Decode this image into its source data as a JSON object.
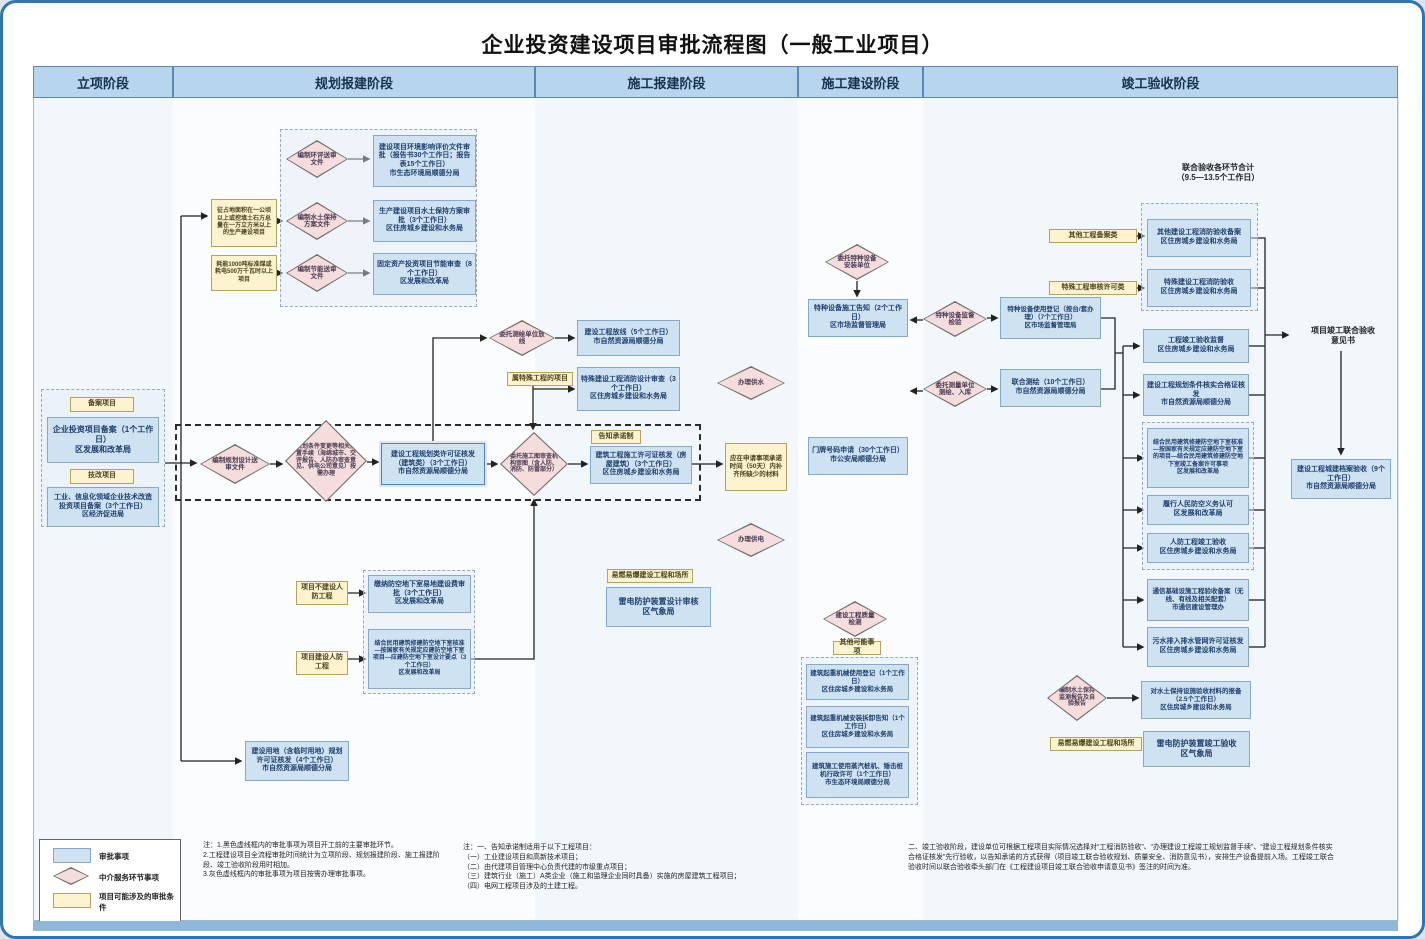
{
  "title": "企业投资建设项目审批流程图（一般工业项目）",
  "phases": [
    "立项阶段",
    "规划报建阶段",
    "施工报建阶段",
    "施工建设阶段",
    "竣工验收阶段"
  ],
  "colors": {
    "approval_box": "#cfe2f2",
    "intermediary_diamond": "#f4dddc",
    "condition_label": "#fdf3cf",
    "header": "#b7d5ec",
    "frame_border": "#2e75b6"
  },
  "n": {
    "lx_beian_label": {
      "t": "备案项目"
    },
    "lx_beian_box": {
      "t": "企业投资项目备案（1个工作日）\n区发展和改革局"
    },
    "lx_jigai_label": {
      "t": "技改项目"
    },
    "lx_jigai_box": {
      "t": "工业、信息化领域企业技术改造投资项目备案（3个工作日）\n区经济促进局"
    },
    "gh_cond1": {
      "t": "征占地面积在一公顷以上或挖填土石方总量在一万立方米以上的生产建设项目"
    },
    "gh_cond2": {
      "t": "耗能1000吨标准煤或耗电500万千瓦时以上项目"
    },
    "gh_dia_huanping": {
      "t": "编制环评送审文件"
    },
    "gh_box_huanping": {
      "t": "建设项目环境影响评价文件审批（报告书30个工作日；报告表15个工作日）\n市生态环境局顺德分局"
    },
    "gh_dia_shuibao": {
      "t": "编制水土保持方案文件"
    },
    "gh_box_shuibao": {
      "t": "生产建设项目水土保持方案审批（3个工作日）\n区住房城乡建设和水务局"
    },
    "gh_dia_jieneng": {
      "t": "编制节能送审文件"
    },
    "gh_box_jieneng": {
      "t": "固定资产投资项目节能审查（8个工作日）\n区发展和改革局"
    },
    "flow_dia_guihua": {
      "t": "编制规划设计送审文件"
    },
    "flow_dia_tiaojian": {
      "t": "规划条件变更等相关前置手续（海绵城市、交评报告、人防办审查意见、供电公司意见）按需办理"
    },
    "flow_box_guihuaxuke": {
      "t": "建设工程规划类许可证核发（建筑类）（3个工作日）\n市自然资源局顺德分局"
    },
    "flow_dia_shentu": {
      "t": "委托施工图审查机构审图（含人防、消防、防雷部分）"
    },
    "flow_label_gaozhi": {
      "t": "告知承诺制"
    },
    "flow_box_shigongxuke": {
      "t": "建筑工程施工许可证核发（房屋建筑）（3个工作日）\n区住房城乡建设和水务局"
    },
    "flow_box_bucai": {
      "t": "应在申请事项承诺时间（50天）内补齐所缺少的材料"
    },
    "dia_gongshui": {
      "t": "办理供水"
    },
    "dia_gongdian": {
      "t": "办理供电"
    },
    "sb_dia_fangxian": {
      "t": "委托测绘单位放线"
    },
    "sb_box_fangxian": {
      "t": "建设工程放线（5个工作日）\n市自然资源局顺德分局"
    },
    "sb_label_teshu": {
      "t": "属特殊工程的项目"
    },
    "sb_box_xiaofangsheji": {
      "t": "特殊建设工程消防设计审查（3个工作日）\n区住房城乡建设和水务局"
    },
    "rf_label_nobuild": {
      "t": "项目不建设人防工程"
    },
    "rf_box_jiaona": {
      "t": "缴纳防空地下室易地建设费审批（3个工作日）\n区发展和改革局"
    },
    "rf_label_build": {
      "t": "项目建设人防工程"
    },
    "rf_box_hezhun": {
      "t": "结合民用建筑修建防空地下室核准—按国家有关规定应建防空地下室项目—应建防空地下室设计要点（3个工作日）\n区发展和改革局"
    },
    "gh_box_yongdi": {
      "t": "建设用地（含临时用地）规划许可证核发（4个工作日）\n市自然资源局顺德分局"
    },
    "sb_label_yiran": {
      "t": "易燃易爆建设工程和场所"
    },
    "sb_box_leidian": {
      "t": "雷电防护装置设计审核\n区气象局"
    },
    "sj_dia_tezhong": {
      "t": "委托特种设备安装单位"
    },
    "sj_box_gaozhi": {
      "t": "特种设备施工告知（2个工作日）\n区市场监督管理局"
    },
    "sj_box_menpai": {
      "t": "门牌号码申请（30个工作日）\n市公安局顺德分局"
    },
    "sj_dia_jiance": {
      "t": "建设工程质量检测"
    },
    "sj_label_qita": {
      "t": "其他可能事项"
    },
    "sj_box_dengji": {
      "t": "建筑起重机械使用登记（1个工作日）\n区住房城乡建设和水务局"
    },
    "sj_box_chaixie": {
      "t": "建筑起重机械安装拆卸告知（1个工作日）\n区住房城乡建设和水务局"
    },
    "sj_box_zhuangji": {
      "t": "建筑施工使用蒸汽桩机、锤击桩机行政许可（1个工作日）\n市生态环境局顺德分局"
    },
    "jg_heading": {
      "t": "联合验收各环节合计\n（9.5—13.5个工作日）"
    },
    "jg_label_qita": {
      "t": "其他工程备案类"
    },
    "jg_box_qitaxiaofang": {
      "t": "其他建设工程消防验收备案\n区住房城乡建设和水务局"
    },
    "jg_label_teshu": {
      "t": "特殊工程审核许可类"
    },
    "jg_box_teshuxiaofang": {
      "t": "特殊建设工程消防验收\n区住房城乡建设和水务局"
    },
    "jg_dia_jianyan": {
      "t": "特种设备监督检验"
    },
    "jg_box_dengji": {
      "t": "特种设备使用登记（按台/套办理）（7个工作日）\n区市场监督管理局"
    },
    "jg_dia_cehui": {
      "t": "委托测量单位测绘、入库"
    },
    "jg_box_cehui": {
      "t": "联合测绘（10个工作日）\n市自然资源局顺德分局"
    },
    "jg_box_jiandu": {
      "t": "工程竣工验收监督\n区住房城乡建设和水务局"
    },
    "jg_box_guihuahe": {
      "t": "建设工程规划条件核实合格证核发\n市自然资源局顺德分局"
    },
    "jg_box_renfang1": {
      "t": "结合民用建筑修建防空地下室核准—按国家有关规定应建防空地下室的项目—结合民用建筑修建防空地下室竣工备案许可事项\n区发展和改革局"
    },
    "jg_box_renfang2": {
      "t": "履行人民防空义务认可\n区发展和改革局"
    },
    "jg_box_renfang3": {
      "t": "人防工程竣工验收\n区住房城乡建设和水务局"
    },
    "jg_box_tongxin": {
      "t": "通信基础设施工程验收备案（无线、有线及相关配套）\n市通信建设管理办"
    },
    "jg_box_wushui": {
      "t": "污水排入排水管网许可证核发\n区住房城乡建设和水务局"
    },
    "jg_text_yijianshu": {
      "t": "项目竣工联合验收\n意见书"
    },
    "jg_box_dangan": {
      "t": "建设工程城建档案验收（9个工作日）\n市自然资源局顺德分局"
    },
    "jg_dia_shuibao": {
      "t": "编制水土保持监测报告及自验报告"
    },
    "jg_box_shuibao": {
      "t": "对水土保持设施验收材料的报备（2.5个工作日）\n区住房城乡建设和水务局"
    },
    "jg_label_yiran": {
      "t": "易燃易爆建设工程和场所"
    },
    "jg_box_leidian": {
      "t": "雷电防护装置竣工验收\n区气象局"
    }
  },
  "legend": {
    "approval": "审批事项",
    "intermediary": "中介服务环节事项",
    "condition": "项目可能涉及的审批条件"
  },
  "notes": {
    "left": "注：1.黑色虚线框内的审批事项为项目开工前的主要审批环节。\n2.工程建设项目全流程审批时间统计为立项阶段、规划报建阶段、施工报建阶段、竣工验收阶段用时相加。\n3.灰色虚线框内的审批事项为项目按需办理审批事项。",
    "middle": "注：一、告知承诺制适用于以下工程项目：\n（一）工业建设项目和高新技术项目；\n（二）由代建项目管理中心负责代建的市级重点项目；\n（三）建筑行业（施工）A类企业（施工和监理企业同时具备）实施的房屋建筑工程项目；\n（四）电网工程项目涉及的土建工程。",
    "right": "二、竣工验收阶段，建设单位可根据工程项目实际情况选择对“工程消防验收”、“办理建设工程竣工规划监督手续”、“建设工程规划条件核实合格证核发”先行验收，以告知承诺的方式获得（项目竣工联合验收规划、质量安全、消防意见书），安排生产设备提前入场。工程竣工联合验收时间以联合验收牵头部门在《工程建设项目竣工联合验收申请意见书》签注的时间为准。"
  }
}
